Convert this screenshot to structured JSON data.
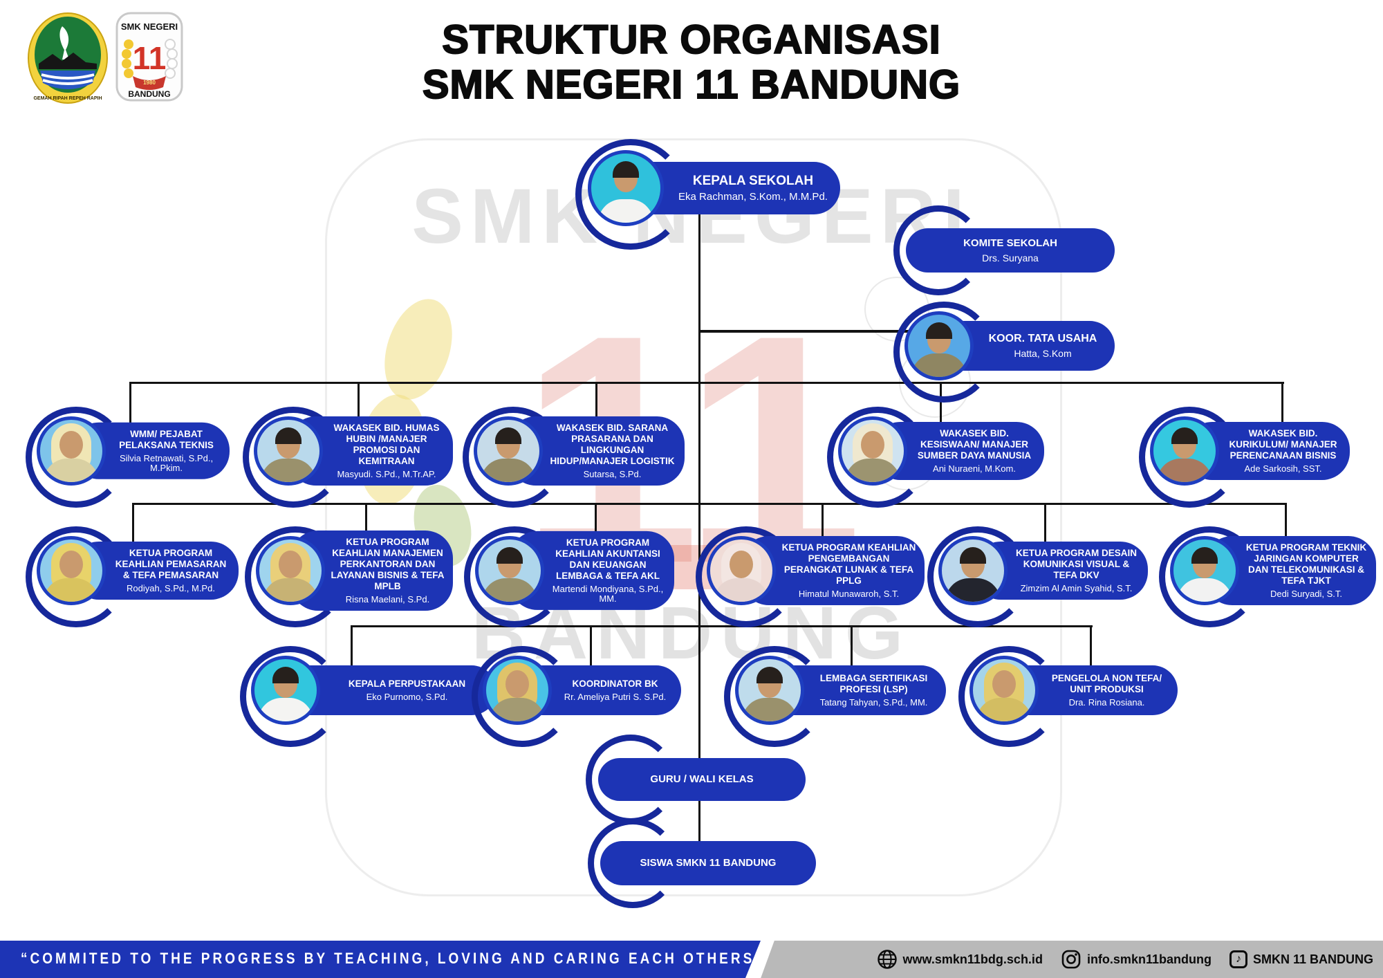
{
  "header": {
    "title_line1": "STRUKTUR ORGANISASI",
    "title_line2": "SMK NEGERI 11 BANDUNG"
  },
  "logos": {
    "jabar_motto": "GEMAH RIPAH REPEH RAPIH",
    "smk_top": "SMK NEGERI",
    "smk_number": "11",
    "smk_year": "1980",
    "smk_bottom": "BANDUNG"
  },
  "watermark": {
    "smk_negeri": "SMK NEGERI",
    "eleven": "11",
    "bandung": "BANDUNG"
  },
  "colors": {
    "pill_blue": "#1d34b5",
    "arc_blue": "#16289b",
    "photo_ring_blue": "#1e3ec0",
    "connector_line": "#121212",
    "footer_gray": "#b9b9b9",
    "title_black": "#0b0b0b"
  },
  "nodes": {
    "kepala": {
      "title": "KEPALA SEKOLAH",
      "name": "Eka Rachman, S.Kom., M.M.Pd.",
      "photo_bg": "#2fc1dc",
      "attire_color": "#f3f3f1"
    },
    "komite": {
      "title": "KOMITE SEKOLAH",
      "name": "Drs. Suryana"
    },
    "tatausaha": {
      "title": "KOOR. TATA USAHA",
      "name": "Hatta, S.Kom",
      "photo_bg": "#57a8e6",
      "attire_color": "#8f8662"
    },
    "wmm": {
      "title": "WMM/ PEJABAT PELAKSANA TEKNIS",
      "name": "Silvia Retnawati, S.Pd., M.Pkim.",
      "photo_bg": "#7ec4ea",
      "hijab_color": "#f0e6b5",
      "attire_color": "#d9d0a2"
    },
    "humas": {
      "title": "WAKASEK BID. HUMAS HUBIN /MANAJER PROMOSI DAN KEMITRAAN",
      "name": "Masyudi. S.Pd., M.Tr.AP.",
      "photo_bg": "#b9d9ec",
      "attire_color": "#9a916c"
    },
    "sarana": {
      "title": "WAKASEK BID. SARANA PRASARANA DAN LINGKUNGAN HIDUP/MANAJER LOGISTIK",
      "name": "Sutarsa, S.Pd.",
      "photo_bg": "#c6dbe9",
      "attire_color": "#938a66"
    },
    "kesiswaan": {
      "title": "WAKASEK BID. KESISWAAN/ MANAJER SUMBER DAYA MANUSIA",
      "name": "Ani Nuraeni, M.Kom.",
      "photo_bg": "#cfe3f0",
      "hijab_color": "#efe8cf",
      "attire_color": "#9c9470"
    },
    "kurikulum": {
      "title": "WAKASEK BID. KURIKULUM/ MANAJER PERENCANAAN BISNIS",
      "name": "Ade Sarkosih, SST.",
      "photo_bg": "#35c8e0",
      "attire_color": "#a8795f"
    },
    "pemasaran": {
      "title": "KETUA PROGRAM KEAHLIAN PEMASARAN & TEFA PEMASARAN",
      "name": "Rodiyah, S.Pd., M.Pd.",
      "photo_bg": "#8fcdec",
      "hijab_color": "#e8d36a",
      "attire_color": "#d9c35e"
    },
    "mplb": {
      "title": "KETUA PROGRAM KEAHLIAN MANAJEMEN PERKANTORAN DAN LAYANAN BISNIS & TEFA MPLB",
      "name": "Risna Maelani, S.Pd.",
      "photo_bg": "#9fd4ee",
      "hijab_color": "#e9cf7a",
      "attire_color": "#c7b274"
    },
    "akl": {
      "title": "KETUA PROGRAM KEAHLIAN AKUNTANSI DAN KEUANGAN LEMBAGA & TEFA AKL",
      "name": "Martendi Mondiyana, S.Pd., MM.",
      "photo_bg": "#aed6ec",
      "attire_color": "#97906b"
    },
    "pplg": {
      "title": "KETUA PROGRAM KEAHLIAN PENGEMBANGAN PERANGKAT LUNAK & TEFA PPLG",
      "name": "Himatul Munawaroh, S.T.",
      "photo_bg": "#f0dcd7",
      "hijab_color": "#f3e6e2",
      "attire_color": "#e7d5d0"
    },
    "dkv": {
      "title": "KETUA PROGRAM DESAIN KOMUNIKASI VISUAL & TEFA DKV",
      "name": "Zimzim Al Amin Syahid, S.T.",
      "photo_bg": "#bcd8ec",
      "attire_color": "#23252e"
    },
    "tjkt": {
      "title": "KETUA PROGRAM TEKNIK JARINGAN KOMPUTER DAN TELEKOMUNIKASI & TEFA TJKT",
      "name": "Dedi Suryadi, S.T.",
      "photo_bg": "#3fc3e0",
      "attire_color": "#f2f2f2"
    },
    "perpustakaan": {
      "title": "KEPALA PERPUSTAKAAN",
      "name": "Eko Purnomo, S.Pd.",
      "photo_bg": "#31c6de",
      "attire_color": "#f4f4f2"
    },
    "bk": {
      "title": "KOORDINATOR BK",
      "name": "Rr. Ameliya Putri S. S.Pd.",
      "photo_bg": "#49c3e6",
      "hijab_color": "#dfc36a",
      "attire_color": "#a39a72"
    },
    "lsp": {
      "title": "LEMBAGA SERTIFIKASI PROFESI (LSP)",
      "name": "Tatang Tahyan, S.Pd., MM.",
      "photo_bg": "#bfdcec",
      "attire_color": "#9a916c"
    },
    "nontefa": {
      "title": "PENGELOLA NON TEFA/ UNIT PRODUKSI",
      "name": "Dra. Rina Rosiana.",
      "photo_bg": "#a5d4ea",
      "hijab_color": "#e3cc6e",
      "attire_color": "#d3bd62"
    },
    "guru": {
      "title": "GURU / WALI KELAS"
    },
    "siswa": {
      "title": "SISWA SMKN 11 BANDUNG"
    }
  },
  "footer": {
    "quote": "“COMMITED TO THE PROGRESS BY TEACHING, LOVING AND CARING EACH OTHERS”",
    "website": "www.smkn11bdg.sch.id",
    "instagram": "info.smkn11bandung",
    "tiktok": "SMKN 11 BANDUNG"
  }
}
